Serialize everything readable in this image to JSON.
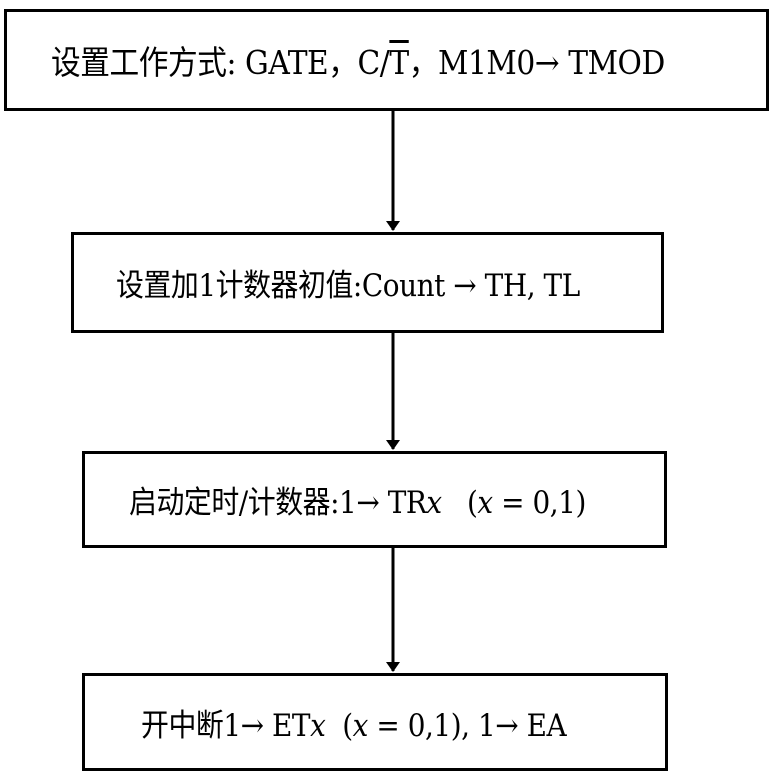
{
  "diagram": {
    "step1": {
      "prefix": "设置工作方式: GATE，C/",
      "overline": "T",
      "suffix": "，M1M0→ TMOD"
    },
    "step2": {
      "text": "设置加1计数器初值:Count → TH, TL"
    },
    "step3": {
      "prefix": "启动定时/计数器:1→ TR",
      "var1": "x",
      "middle": "   (",
      "var2": "x",
      "suffix": " = 0,1)"
    },
    "step4": {
      "prefix": "开中断1→ ET",
      "var1": "x",
      "middle": "  (",
      "var2": "x",
      "suffix": " = 0,1), 1→ EA"
    }
  }
}
